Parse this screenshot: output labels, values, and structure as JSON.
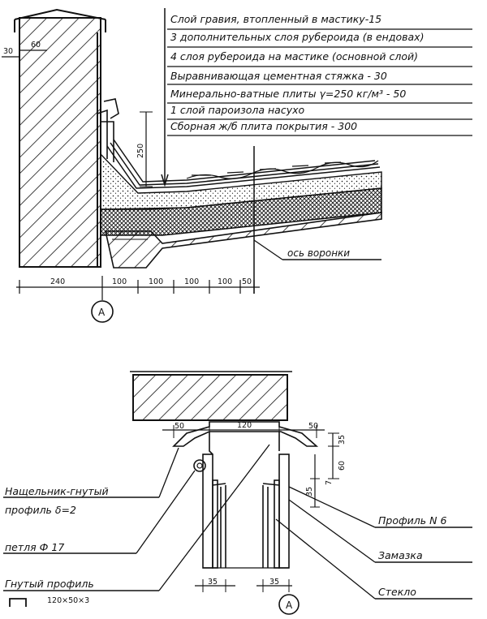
{
  "top": {
    "layers": [
      "Слой гравия, втопленный в мастику-15",
      "3 дополнительных слоя рубероида (в ендовах)",
      "4 слоя рубероида на мастике (основной слой)",
      "Выравнивающая цементная стяжка - 30",
      "Минерально-ватные плиты γ=250 кг/м³ - 50",
      "1 слой пароизола насухо",
      "Сборная ж/б плита покрытия - 300"
    ],
    "funnel_axis": "ось воронки",
    "dims_bottom": [
      "240",
      "100",
      "100",
      "100",
      "100",
      "50"
    ],
    "dim_30": "30",
    "dim_60": "60",
    "dim_250": "250",
    "axis_mark": "A"
  },
  "bottom": {
    "dim_50_left": "50",
    "dim_120": "120",
    "dim_50_right": "50",
    "dim_35_top": "35",
    "dim_60": "60",
    "dim_7": "7",
    "dim_35_side": "35",
    "dim_35_l": "35",
    "dim_35_r": "35",
    "label_nashchelnik": "Нащельник-гнутый",
    "label_nashchelnik2": "профиль δ=2",
    "label_petlya": "петля Ф 17",
    "label_gnuty": "Гнутый профиль",
    "label_gnuty_size": "120×50×3",
    "label_profil": "Профиль N 6",
    "label_zamazka": "Замазка",
    "label_steklo": "Стекло",
    "axis_mark": "A"
  }
}
